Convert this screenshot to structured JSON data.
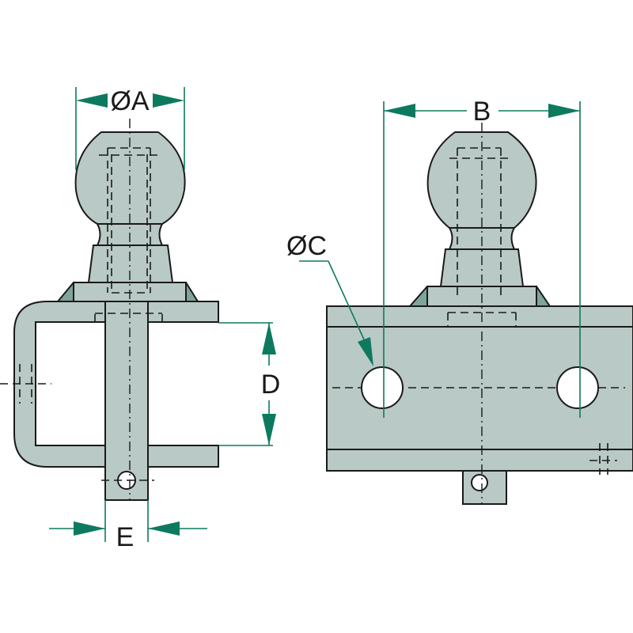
{
  "labels": {
    "a": "ØA",
    "b": "B",
    "c": "ØC",
    "d": "D",
    "e": "E"
  },
  "colors": {
    "part": "#b9c9c5",
    "dimension": "#0d7a5f"
  }
}
